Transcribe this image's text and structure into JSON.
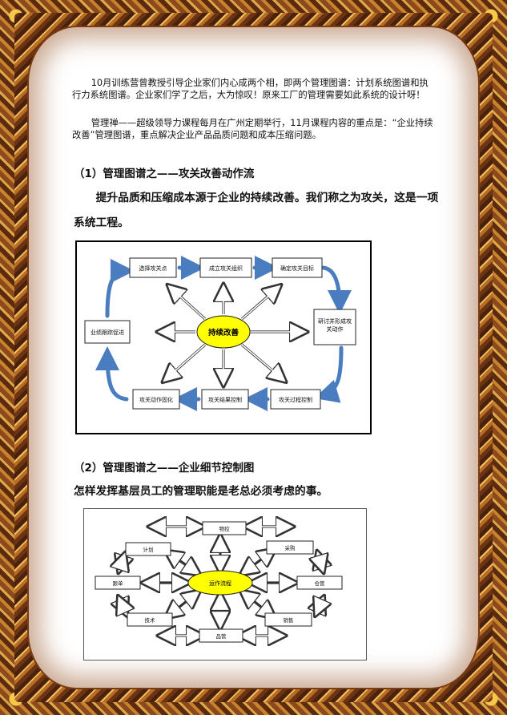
{
  "intro": {
    "para1": "10月训练营曾教授引导企业家们内心成两个相，即两个管理图谱：计划系统图谱和执行力系统图谱。企业家们学了之后，大为惊叹！原来工厂的管理需要如此系统的设计呀！",
    "para2": "管理禅——超级领导力课程每月在广州定期举行，11月课程内容的重点是：“企业持续改善”管理图谱，重点解决企业产品品质问题和成本压缩问题。"
  },
  "section1": {
    "heading": "（1）管理图谱之——攻关改善动作流",
    "lead": "提升品质和压缩成本源于企业的持续改善。我们称之为攻关，这是一项系统工程。",
    "diagram": {
      "center": "持续改善",
      "nodes": {
        "top_left": "选择攻关点",
        "top_mid": "成立攻关组织",
        "top_right": "确定攻关目标",
        "right": "研讨并形成攻关动作",
        "bottom_right": "攻关过程控制",
        "bottom_mid": "攻关结果控制",
        "bottom_left": "攻关动作固化",
        "left": "业绩跟踪促进"
      },
      "colors": {
        "flow_arrow": "#4a7cc0",
        "center_fill": "#ffff00"
      }
    }
  },
  "section2": {
    "heading": "（2）管理图谱之——企业细节控制图",
    "lead": "怎样发挥基层员工的管理职能是老总必须考虑的事。",
    "diagram": {
      "center": "运作流程",
      "nodes": {
        "top": "物控",
        "top_right": "采购",
        "right": "仓管",
        "bottom_right": "销售",
        "bottom": "品管",
        "bottom_left": "技术",
        "left": "跟单",
        "top_left": "计划"
      },
      "colors": {
        "center_fill": "#ffff00"
      }
    }
  }
}
